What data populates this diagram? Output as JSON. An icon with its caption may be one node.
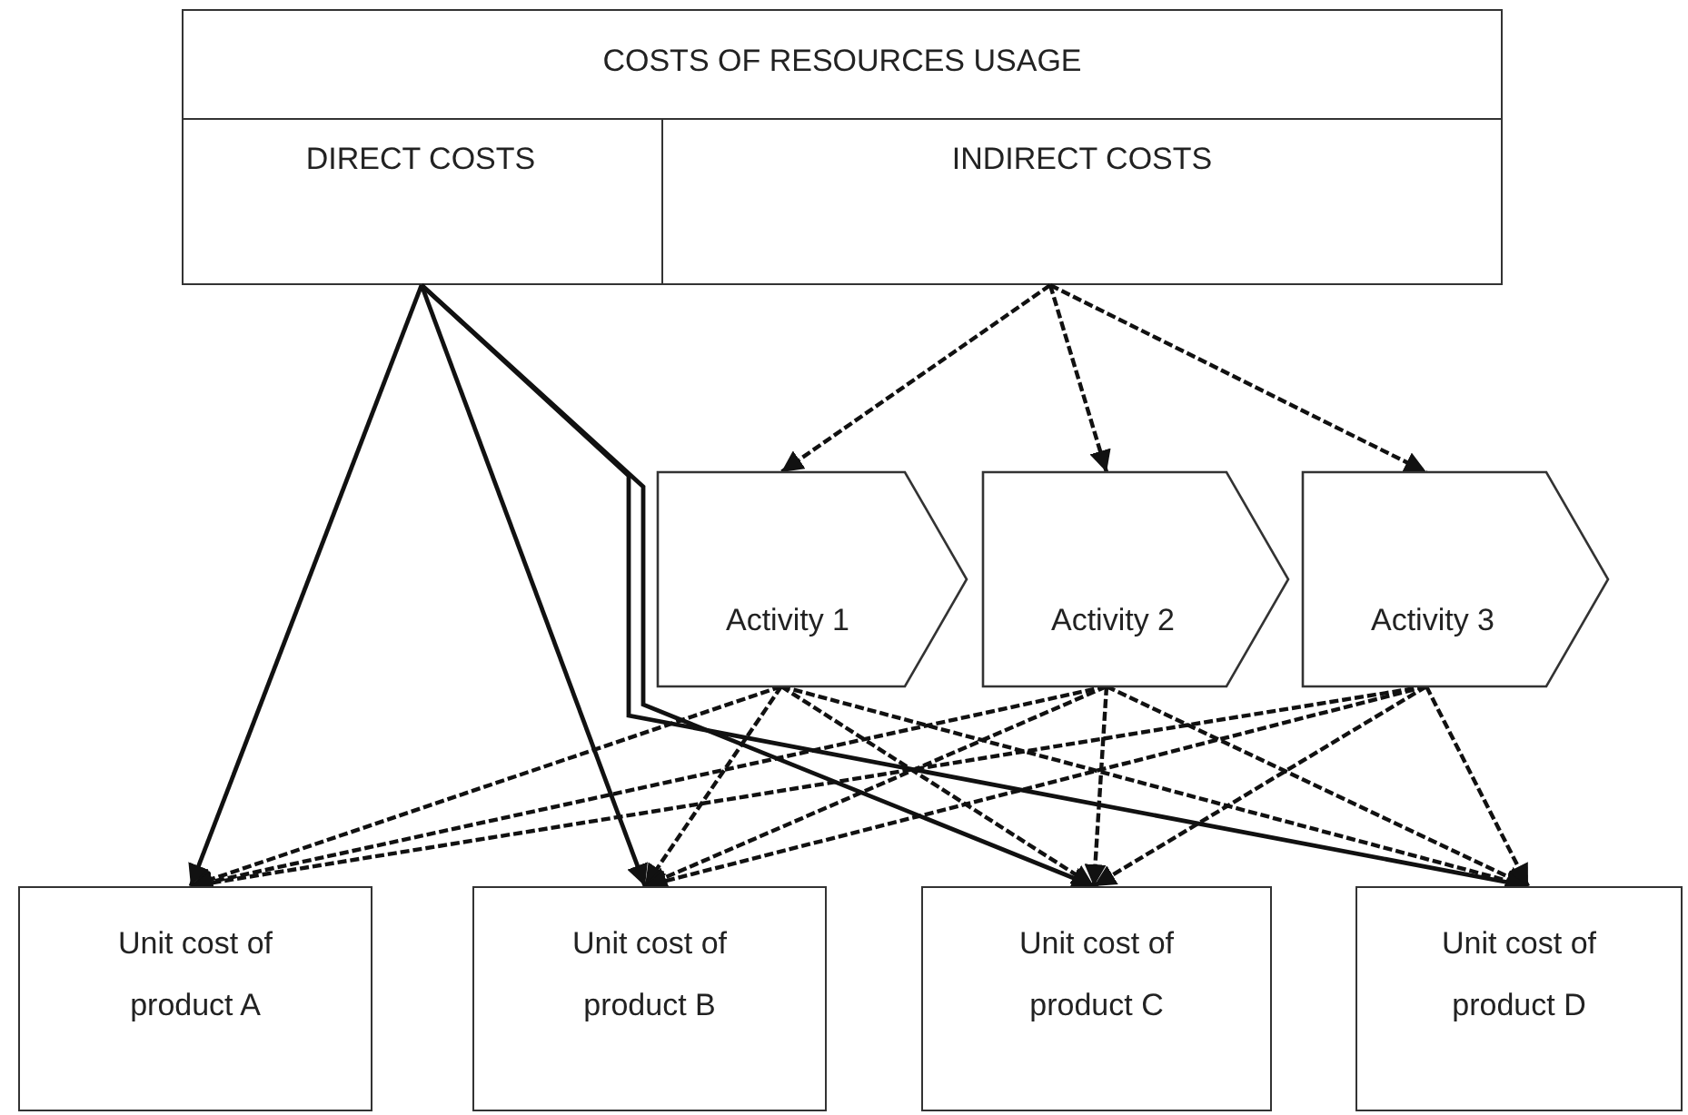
{
  "diagram": {
    "nodes": [
      {
        "text": [
          "COSTS OF RESOURCES USAGE"
        ]
      },
      {
        "text": [
          "DIRECT COSTS"
        ],
        "in": 0
      },
      {
        "text": [
          "INDIRECT COSTS"
        ],
        "in": 0
      },
      {
        "text": [
          "Activity 1"
        ]
      },
      {
        "text": [
          "Activity 2"
        ]
      },
      {
        "text": [
          "Activity 3"
        ]
      },
      {
        "text": [
          "Unit cost of product A"
        ]
      },
      {
        "text": [
          "Unit cost of product B"
        ]
      },
      {
        "text": [
          "Unit cost of product C"
        ]
      },
      {
        "text": [
          "Unit cost of product D"
        ]
      }
    ],
    "edges": [
      {
        "from": 1,
        "to": 6,
        "arrow": "to"
      },
      {
        "from": 1,
        "to": 7,
        "arrow": "to"
      },
      {
        "from": 1,
        "to": 8,
        "arrow": "to"
      },
      {
        "from": 1,
        "to": 9,
        "arrow": "to"
      },
      {
        "from": 2,
        "to": 3,
        "arrow": "to",
        "style": "dashed"
      },
      {
        "from": 2,
        "to": 4,
        "arrow": "to",
        "style": "dashed"
      },
      {
        "from": 2,
        "to": 5,
        "arrow": "to",
        "style": "dashed"
      },
      {
        "from": 3,
        "to": 6,
        "arrow": "to",
        "style": "dashed"
      },
      {
        "from": 3,
        "to": 7,
        "arrow": "to",
        "style": "dashed"
      },
      {
        "from": 3,
        "to": 8,
        "arrow": "to",
        "style": "dashed"
      },
      {
        "from": 3,
        "to": 9,
        "arrow": "to",
        "style": "dashed"
      },
      {
        "from": 4,
        "to": 6,
        "arrow": "to",
        "style": "dashed"
      },
      {
        "from": 4,
        "to": 7,
        "arrow": "to",
        "style": "dashed"
      },
      {
        "from": 4,
        "to": 8,
        "arrow": "to",
        "style": "dashed"
      },
      {
        "from": 4,
        "to": 9,
        "arrow": "to",
        "style": "dashed"
      },
      {
        "from": 5,
        "to": 6,
        "arrow": "to",
        "style": "dashed"
      },
      {
        "from": 5,
        "to": 7,
        "arrow": "to",
        "style": "dashed"
      },
      {
        "from": 5,
        "to": 8,
        "arrow": "to",
        "style": "dashed"
      },
      {
        "from": 5,
        "to": 9,
        "arrow": "to",
        "style": "dashed"
      }
    ]
  }
}
